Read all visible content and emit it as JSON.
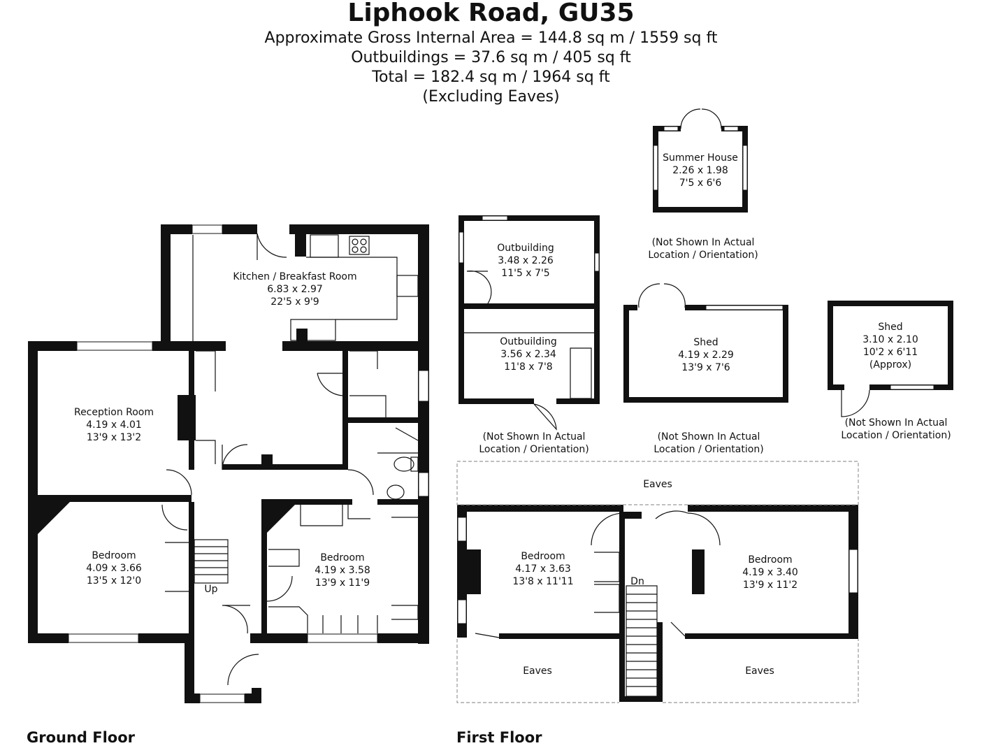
{
  "header": {
    "title": "Liphook Road, GU35",
    "lines": [
      "Approximate Gross Internal Area = 144.8 sq m / 1559 sq ft",
      "Outbuildings = 37.6 sq m / 405 sq ft",
      "Total = 182.4 sq m / 1964 sq ft",
      "(Excluding Eaves)"
    ]
  },
  "rooms": {
    "kitchen": [
      "Kitchen / Breakfast Room",
      "6.83 x 2.97",
      "22'5 x 9'9"
    ],
    "reception": [
      "Reception Room",
      "4.19 x 4.01",
      "13'9 x 13'2"
    ],
    "bed_gf_left": [
      "Bedroom",
      "4.09 x 3.66",
      "13'5 x 12'0"
    ],
    "bed_gf_right": [
      "Bedroom",
      "4.19 x 3.58",
      "13'9 x 11'9"
    ],
    "bed_ff_left": [
      "Bedroom",
      "4.17 x 3.63",
      "13'8 x 11'11"
    ],
    "bed_ff_right": [
      "Bedroom",
      "4.19 x 3.40",
      "13'9 x 11'2"
    ],
    "outbuilding_1": [
      "Outbuilding",
      "3.48 x 2.26",
      "11'5 x 7'5"
    ],
    "outbuilding_2": [
      "Outbuilding",
      "3.56 x 2.34",
      "11'8 x 7'8"
    ],
    "summer_house": [
      "Summer House",
      "2.26 x 1.98",
      "7'5 x 6'6"
    ],
    "shed_1": [
      "Shed",
      "4.19 x 2.29",
      "13'9 x 7'6"
    ],
    "shed_2": [
      "Shed",
      "3.10 x 2.10",
      "10'2 x 6'11",
      "(Approx)"
    ]
  },
  "labels": {
    "up": "Up",
    "dn": "Dn",
    "eaves": "Eaves",
    "not_shown_1": "(Not Shown In Actual",
    "not_shown_2": "Location / Orientation)"
  },
  "floors": {
    "ground": "Ground Floor",
    "first": "First Floor"
  }
}
